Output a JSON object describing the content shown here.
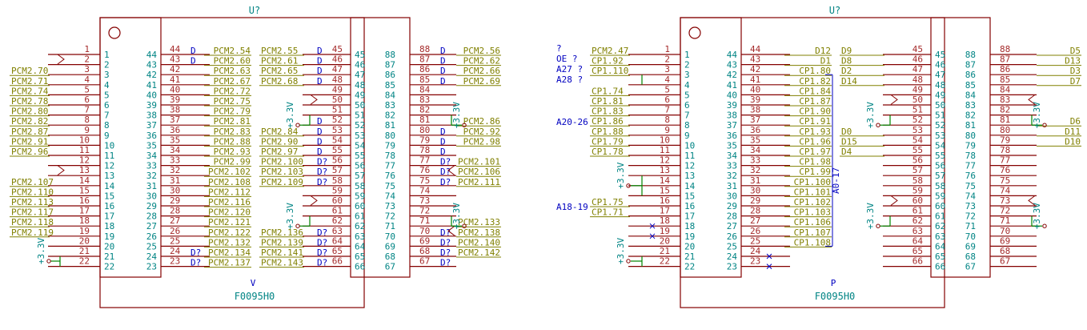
{
  "colors": {
    "outline": "#840000",
    "pin": "#840000",
    "pin_number": "#a52a2a",
    "pin_name": "#008484",
    "net_label": "#808000",
    "wire": "#008400",
    "note_text": "#0000c0",
    "ref_text": "#008484",
    "background": "#ffffff"
  },
  "left_part": {
    "reference": "U?",
    "value": "F0095H0",
    "unit": "V",
    "left_nums": [
      "1",
      "2",
      "3",
      "4",
      "5",
      "6",
      "7",
      "8",
      "9",
      "10",
      "11",
      "12",
      "13",
      "14",
      "15",
      "16",
      "17",
      "18",
      "19",
      "20",
      "21",
      "22"
    ],
    "col2_nums": [
      "44",
      "43",
      "42",
      "41",
      "40",
      "39",
      "38",
      "37",
      "36",
      "35",
      "34",
      "33",
      "32",
      "31",
      "30",
      "29",
      "28",
      "27",
      "26",
      "25",
      "24",
      "23"
    ],
    "col3_nums": [
      "45",
      "46",
      "47",
      "48",
      "49",
      "50",
      "51",
      "52",
      "53",
      "54",
      "55",
      "56",
      "57",
      "58",
      "59",
      "60",
      "61",
      "62",
      "63",
      "64",
      "65",
      "66"
    ],
    "right_nums": [
      "88",
      "87",
      "86",
      "85",
      "84",
      "83",
      "82",
      "81",
      "80",
      "79",
      "78",
      "77",
      "76",
      "75",
      "74",
      "73",
      "72",
      "71",
      "70",
      "69",
      "68",
      "67"
    ],
    "left_nets": [
      "",
      "",
      "PCM2.70",
      "PCM2.71",
      "PCM2.74",
      "PCM2.78",
      "PCM2.80",
      "PCM2.82",
      "PCM2.87",
      "PCM2.91",
      "PCM2.96",
      "",
      "",
      "PCM2.107",
      "PCM2.110",
      "PCM2.113",
      "PCM2.117",
      "PCM2.118",
      "PCM2.119",
      "",
      "",
      ""
    ],
    "col2_nets": [
      "PCM2.54",
      "PCM2.60",
      "PCM2.63",
      "PCM2.67",
      "PCM2.72",
      "PCM2.75",
      "PCM2.79",
      "PCM2.81",
      "PCM2.83",
      "PCM2.88",
      "PCM2.93",
      "PCM2.99",
      "PCM2.102",
      "PCM2.108",
      "PCM2.112",
      "PCM2.116",
      "PCM2.120",
      "PCM2.121",
      "PCM2.122",
      "PCM2.132",
      "PCM2.134",
      "PCM2.137"
    ],
    "col2_tags": [
      "D",
      "D",
      "",
      "",
      "",
      "",
      "",
      "",
      "",
      "",
      "",
      "",
      "",
      "",
      "",
      "",
      "",
      "",
      "",
      "",
      "D?",
      "D?"
    ],
    "col3_nets": [
      "PCM2.55",
      "PCM2.61",
      "PCM2.65",
      "PCM2.68",
      "",
      "",
      "",
      "",
      "PCM2.84",
      "PCM2.90",
      "PCM2.97",
      "PCM2.100",
      "PCM2.103",
      "PCM2.109",
      "",
      "",
      "",
      "",
      "PCM2.136",
      "PCM2.139",
      "PCM2.141",
      "PCM2.143"
    ],
    "col3_tags": [
      "D",
      "D",
      "D",
      "D",
      "",
      "",
      "",
      "D",
      "D",
      "D",
      "D",
      "D?",
      "D?",
      "D?",
      "",
      "",
      "",
      "",
      "D?",
      "D?",
      "D?",
      "D?"
    ],
    "right_nets": [
      "PCM2.56",
      "PCM2.62",
      "PCM2.66",
      "PCM2.69",
      "",
      "",
      "",
      "PCM2.86",
      "PCM2.92",
      "PCM2.98",
      "",
      "PCM2.101",
      "PCM2.106",
      "PCM2.111",
      "",
      "",
      "",
      "PCM2.133",
      "PCM2.138",
      "PCM2.140",
      "PCM2.142",
      ""
    ],
    "right_tags": [
      "D",
      "D",
      "D",
      "D",
      "",
      "",
      "",
      "",
      "D",
      "D",
      "D",
      "D?",
      "D?",
      "D?",
      "",
      "",
      "",
      "",
      "D?",
      "D?",
      "D?",
      "D?"
    ],
    "power_label": "+3.3V"
  },
  "right_part": {
    "reference": "U?",
    "value": "F0095H0",
    "unit": "P",
    "left_nets": [
      "PCM2.47",
      "CP1.92",
      "CP1.110",
      "",
      "CP1.74",
      "CP1.81",
      "CP1.83",
      "CP1.86",
      "CP1.88",
      "CP1.79",
      "CP1.78",
      "",
      "",
      "",
      "",
      "CP1.75",
      "CP1.71",
      "",
      "",
      "",
      "",
      ""
    ],
    "col2_nets": [
      "D12",
      "D1",
      "CP1.80",
      "CP1.82",
      "CP1.84",
      "CP1.87",
      "CP1.90",
      "CP1.91",
      "CP1.93",
      "CP1.96",
      "CP1.97",
      "CP1.98",
      "CP1.99",
      "CP1.100",
      "CP1.101",
      "CP1.102",
      "CP1.103",
      "CP1.106",
      "CP1.107",
      "CP1.108",
      "",
      ""
    ],
    "col3_nets": [
      "D9",
      "D8",
      "D2",
      "D14",
      "",
      "",
      "",
      "",
      "D0",
      "D15",
      "D4",
      "",
      "",
      "",
      "",
      "",
      "",
      "",
      "",
      "",
      "",
      ""
    ],
    "right_nets": [
      "D5",
      "D13",
      "D3",
      "D7",
      "",
      "",
      "",
      "D6",
      "D11",
      "D10",
      "",
      "",
      "",
      "",
      "",
      "",
      "",
      "",
      "",
      "",
      "",
      ""
    ],
    "left_notes": [
      "?",
      "OE ?",
      "A27 ?",
      "A28 ?"
    ],
    "group_notes": {
      "a20_26": "A20-26",
      "a18_19": "A18-19",
      "a0_17": "A0-17"
    },
    "power_label": "+3.3V"
  }
}
